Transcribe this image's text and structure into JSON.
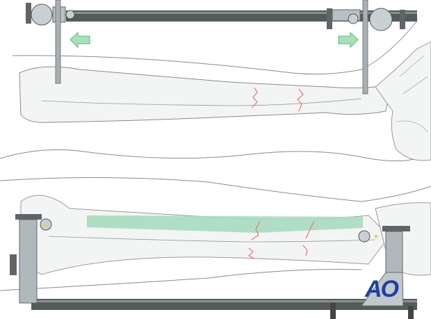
{
  "figure": {
    "type": "surgical-illustration",
    "panels": [
      {
        "id": "top",
        "description": "External fixator with distraction arrows on tibia and fibula fractures",
        "arrows": [
          {
            "direction": "left",
            "color": "#7fd09a"
          },
          {
            "direction": "right",
            "color": "#7fd09a"
          }
        ]
      },
      {
        "id": "bottom",
        "description": "Fixator with highlighted tibial shaft alignment",
        "highlight_color": "#a8dcc0"
      }
    ],
    "colors": {
      "bone_fill": "#f3f4f4",
      "outline": "#8a8a8a",
      "fracture": "#e87474",
      "rod": "#555a5c",
      "clamp": "#b8c0c4",
      "logo": "#1f3fa3"
    },
    "logo": {
      "text": "AO"
    }
  }
}
